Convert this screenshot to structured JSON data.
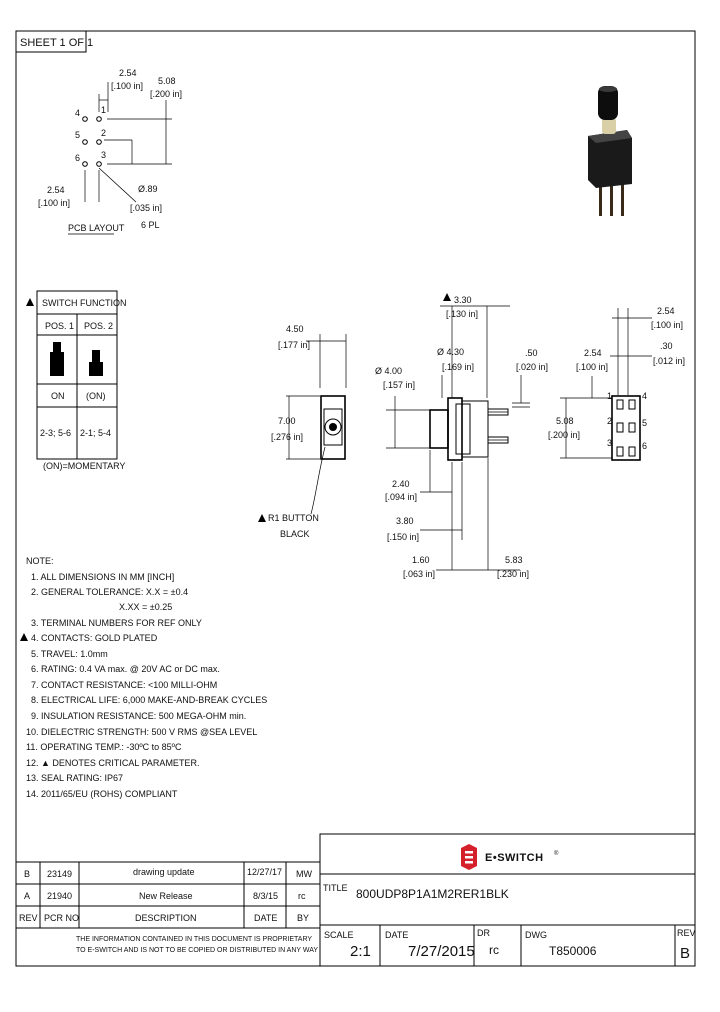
{
  "sheet_label": "SHEET 1 OF 1",
  "pcb_layout": {
    "dim_pitch_mm": "2.54",
    "dim_pitch_in": "[.100 in]",
    "dim_row_mm": "5.08",
    "dim_row_in": "[.200 in]",
    "dim_left_mm": "2.54",
    "dim_left_in": "[.100 in]",
    "dim_hole_mm": "Ø.89",
    "dim_hole_in": "[.035 in]",
    "hole_count": "6 PL",
    "pins_left": [
      "4",
      "5",
      "6"
    ],
    "pins_right": [
      "1",
      "2",
      "3"
    ],
    "caption": "PCB LAYOUT"
  },
  "switch_table": {
    "title": "SWITCH FUNCTION",
    "headers": [
      "POS. 1",
      "POS. 2"
    ],
    "states": [
      "ON",
      "(ON)"
    ],
    "circuits": [
      "2-3; 5-6",
      "2-1; 5-4"
    ],
    "footnote": "(ON)=MOMENTARY"
  },
  "front_view": {
    "width_mm": "4.50",
    "width_in": "[.177 in]",
    "height_mm": "7.00",
    "height_in": "[.276 in]",
    "button_label_1": "R1 BUTTON",
    "button_label_2": "BLACK"
  },
  "side_view": {
    "top_mm": "3.30",
    "top_in": "[.130 in]",
    "dia1_mm": "Ø 4.00",
    "dia1_in": "[.157 in]",
    "dia2_mm": "Ø 4.30",
    "dia2_in": "[.169 in]",
    "term_mm": ".50",
    "term_in": "[.020 in]",
    "d1_mm": "2.40",
    "d1_in": "[.094 in]",
    "d2_mm": "3.80",
    "d2_in": "[.150 in]",
    "d3_mm": "1.60",
    "d3_in": "[.063 in]",
    "d4_mm": "5.83",
    "d4_in": "[.230 in]"
  },
  "bottom_view": {
    "w_mm": "2.54",
    "w_in": "[.100 in]",
    "t_mm": ".30",
    "t_in": "[.012 in]",
    "p_mm": "2.54",
    "p_in": "[.100 in]",
    "h_mm": "5.08",
    "h_in": "[.200 in]",
    "pins_left": [
      "1",
      "2",
      "3"
    ],
    "pins_right": [
      "4",
      "5",
      "6"
    ]
  },
  "notes": {
    "title": "NOTE:",
    "items": [
      "1. ALL DIMENSIONS IN MM [INCH]",
      "2. GENERAL TOLERANCE: X.X = ±0.4",
      "X.XX = ±0.25",
      "3. TERMINAL NUMBERS FOR REF ONLY",
      "4. CONTACTS: GOLD PLATED",
      "5. TRAVEL: 1.0mm",
      "6. RATING: 0.4 VA max. @ 20V AC or DC max.",
      "7. CONTACT RESISTANCE: <100 MILLI-OHM",
      "8. ELECTRICAL LIFE: 6,000 MAKE-AND-BREAK CYCLES",
      "9. INSULATION RESISTANCE: 500 MEGA-OHM min.",
      "10. DIELECTRIC STRENGTH: 500 V RMS @SEA LEVEL",
      "11. OPERATING TEMP.: -30ºC to 85ºC",
      "12. ▲ DENOTES CRITICAL PARAMETER.",
      "13. SEAL RATING: IP67",
      "14. 2011/65/EU (ROHS) COMPLIANT"
    ]
  },
  "revisions": {
    "rows": [
      {
        "rev": "B",
        "pcr": "23149",
        "desc": "drawing update",
        "date": "12/27/17",
        "by": "MW"
      },
      {
        "rev": "A",
        "pcr": "21940",
        "desc": "New Release",
        "date": "8/3/15",
        "by": "rc"
      }
    ],
    "headers": {
      "rev": "REV",
      "pcr": "PCR NO",
      "desc": "DESCRIPTION",
      "date": "DATE",
      "by": "BY"
    },
    "proprietary_1": "THE INFORMATION CONTAINED IN THIS DOCUMENT IS PROPRIETARY",
    "proprietary_2": "TO E-SWITCH AND IS NOT TO BE COPIED OR DISTRIBUTED IN ANY WAY"
  },
  "title_block": {
    "brand": "E•SWITCH",
    "brand_mark": "®",
    "title_label": "TITLE",
    "title_value": "800UDP8P1A1M2RER1BLK",
    "scale_label": "SCALE",
    "scale_value": "2:1",
    "date_label": "DATE",
    "date_value": "7/27/2015",
    "dr_label": "DR",
    "dr_value": "rc",
    "dwg_label": "DWG",
    "dwg_value": "T850006",
    "rev_label": "REV",
    "rev_value": "B"
  },
  "colors": {
    "brand_red": "#d4202a",
    "line": "#000000"
  }
}
